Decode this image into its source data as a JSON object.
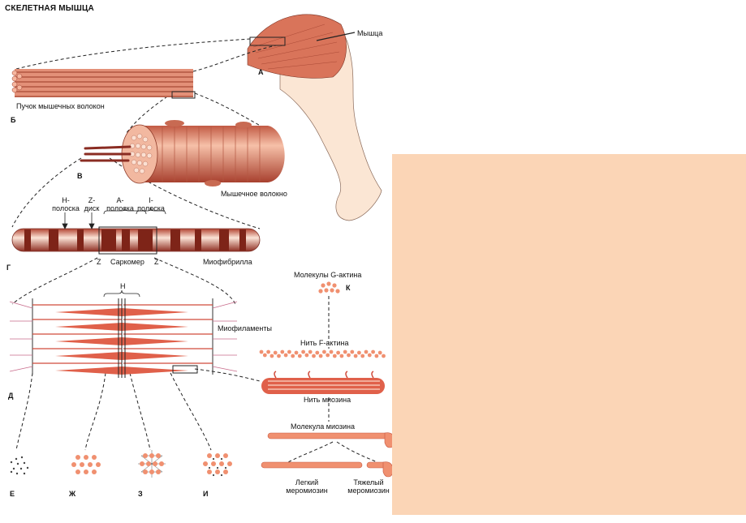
{
  "title": "СКЕЛЕТНАЯ МЫШЦА",
  "letters": {
    "a": "А",
    "b": "Б",
    "v": "В",
    "g": "Г",
    "d": "Д",
    "e": "Е",
    "zh": "Ж",
    "z": "З",
    "i": "И",
    "k": "К"
  },
  "labels": {
    "muscle": "Мышца",
    "bundle": "Пучок мышечных волокон",
    "fiber": "Мышечное волокно",
    "h_band": [
      "Н-",
      "полоска"
    ],
    "z_disc": [
      "Z-",
      "диск"
    ],
    "a_band": [
      "А-",
      "полоска"
    ],
    "i_band": [
      "I-",
      "полоска"
    ],
    "myofibril": "Миофибрилла",
    "z_left": "Z",
    "z_right": "Z",
    "sarcomere": "Саркомер",
    "h": "Н",
    "myofilaments": "Миофиламенты",
    "g_actin": "Молекулы G-актина",
    "f_actin": "Нить F-актина",
    "myosin_filament": "Нить миозина",
    "myosin_molecule": "Молекула миозина",
    "light_meromyosin": [
      "Легкий",
      "меромиозин"
    ],
    "heavy_meromyosin": [
      "Тяжелый",
      "меромиозин"
    ]
  },
  "colors": {
    "muscle": "#d9745a",
    "filament": "#e0604a",
    "bead": "#f09070",
    "peach_panel": "#fbd5b6",
    "skin": "#fbe6d4"
  }
}
